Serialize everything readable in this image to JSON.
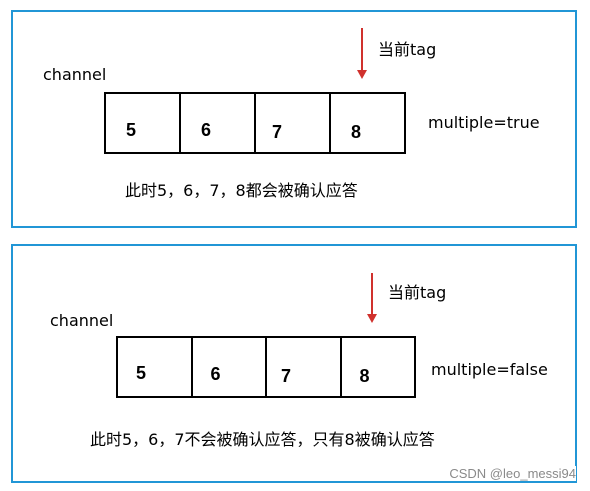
{
  "diagrams": [
    {
      "channel_label": "channel",
      "current_tag_label": "当前tag",
      "cells": [
        "5",
        "6",
        "7",
        "8"
      ],
      "multiple_label": "multiple=true",
      "caption": "此时5，6，7，8都会被确认应答"
    },
    {
      "channel_label": "channel",
      "current_tag_label": "当前tag",
      "cells": [
        "5",
        "6",
        "7",
        "8"
      ],
      "multiple_label": "multiple=false",
      "caption": "此时5，6，7不会被确认应答，只有8被确认应答"
    }
  ],
  "watermark": "CSDN @leo_messi94",
  "colors": {
    "panel_border": "#2196d6",
    "arrow": "#d0312d"
  }
}
